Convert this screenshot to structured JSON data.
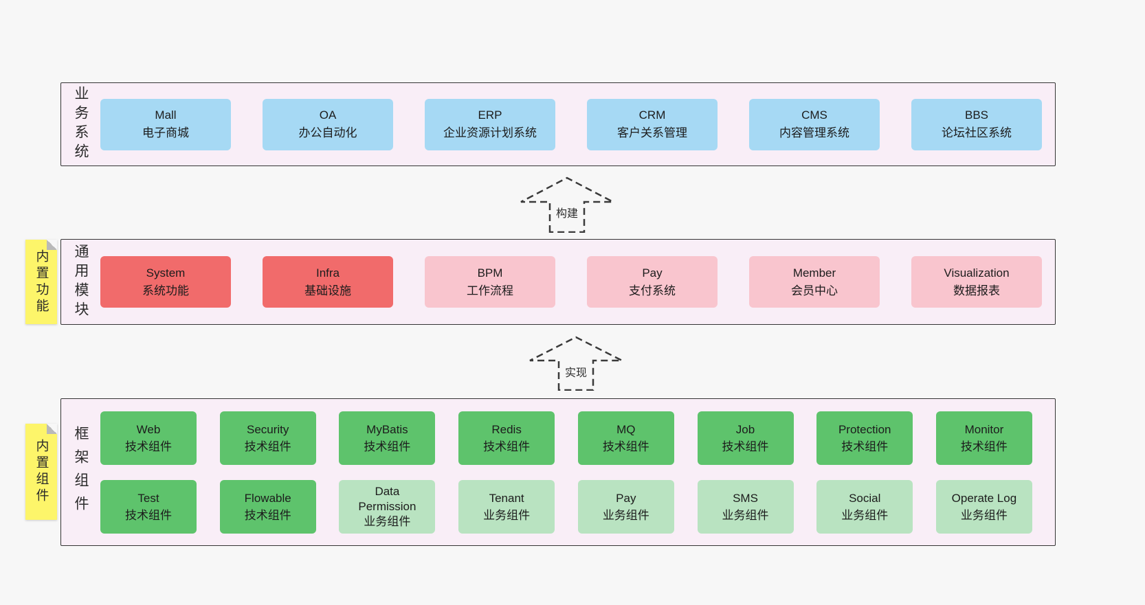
{
  "colors": {
    "page-bg": "#f7f7f7",
    "panel-bg": "#f9eef7",
    "panel-border": "#333333",
    "box-blue": "#a6d9f4",
    "box-red": "#f16b6b",
    "box-pink": "#f9c5ce",
    "box-green": "#5ec36c",
    "box-light-green": "#b9e3c1",
    "sticky-yellow": "#fdf56a",
    "text": "#212121"
  },
  "arrows": {
    "build": "构建",
    "implement": "实现"
  },
  "business": {
    "label": "业务系统",
    "boxes": [
      {
        "title": "Mall",
        "subtitle": "电子商城"
      },
      {
        "title": "OA",
        "subtitle": "办公自动化"
      },
      {
        "title": "ERP",
        "subtitle": "企业资源计划系统"
      },
      {
        "title": "CRM",
        "subtitle": "客户关系管理"
      },
      {
        "title": "CMS",
        "subtitle": "内容管理系统"
      },
      {
        "title": "BBS",
        "subtitle": "论坛社区系统"
      }
    ]
  },
  "modules": {
    "label": "通用模块",
    "sticky": "内置功能",
    "boxes": [
      {
        "title": "System",
        "subtitle": "系统功能"
      },
      {
        "title": "Infra",
        "subtitle": "基础设施"
      },
      {
        "title": "BPM",
        "subtitle": "工作流程"
      },
      {
        "title": "Pay",
        "subtitle": "支付系统"
      },
      {
        "title": "Member",
        "subtitle": "会员中心"
      },
      {
        "title": "Visualization",
        "subtitle": "数据报表"
      }
    ]
  },
  "framework": {
    "label": "框架组件",
    "sticky": "内置组件",
    "row1": [
      {
        "title": "Web",
        "subtitle": "技术组件"
      },
      {
        "title": "Security",
        "subtitle": "技术组件"
      },
      {
        "title": "MyBatis",
        "subtitle": "技术组件"
      },
      {
        "title": "Redis",
        "subtitle": "技术组件"
      },
      {
        "title": "MQ",
        "subtitle": "技术组件"
      },
      {
        "title": "Job",
        "subtitle": "技术组件"
      },
      {
        "title": "Protection",
        "subtitle": "技术组件"
      },
      {
        "title": "Monitor",
        "subtitle": "技术组件"
      }
    ],
    "row2": [
      {
        "title": "Test",
        "subtitle": "技术组件"
      },
      {
        "title": "Flowable",
        "subtitle": "技术组件"
      },
      {
        "title": "Data Permission",
        "subtitle": "业务组件"
      },
      {
        "title": "Tenant",
        "subtitle": "业务组件"
      },
      {
        "title": "Pay",
        "subtitle": "业务组件"
      },
      {
        "title": "SMS",
        "subtitle": "业务组件"
      },
      {
        "title": "Social",
        "subtitle": "业务组件"
      },
      {
        "title": "Operate Log",
        "subtitle": "业务组件"
      }
    ]
  }
}
